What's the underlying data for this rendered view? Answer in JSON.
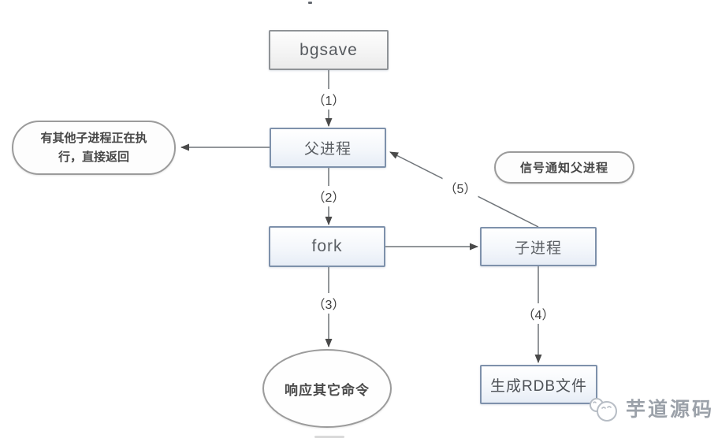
{
  "diagram": {
    "nodes": {
      "bgsave": {
        "label": "bgsave"
      },
      "parent_process": {
        "label": "父进程"
      },
      "other_child_running": {
        "lines": [
          "有其他子进程正在执",
          "行，直接返回"
        ]
      },
      "fork": {
        "label": "fork"
      },
      "child_process": {
        "label": "子进程"
      },
      "signal_notify_parent": {
        "label": "信号通知父进程"
      },
      "respond_other_commands": {
        "label": "响应其它命令"
      },
      "generate_rdb_file": {
        "label": "生成RDB文件"
      }
    },
    "edge_labels": {
      "step1": "（1）",
      "step2": "（2）",
      "step3": "（3）",
      "step4": "（4）",
      "step5": "（5）"
    },
    "watermark": {
      "text": "芋道源码"
    },
    "colors": {
      "box_border": "#7e91ab",
      "box_fill_bottom": "#e7edf6",
      "shape_border": "#9b9b9b",
      "connector_line": "#6f7479",
      "arrowhead": "#4a4a4a",
      "watermark_text": "#9ba1a9"
    }
  }
}
